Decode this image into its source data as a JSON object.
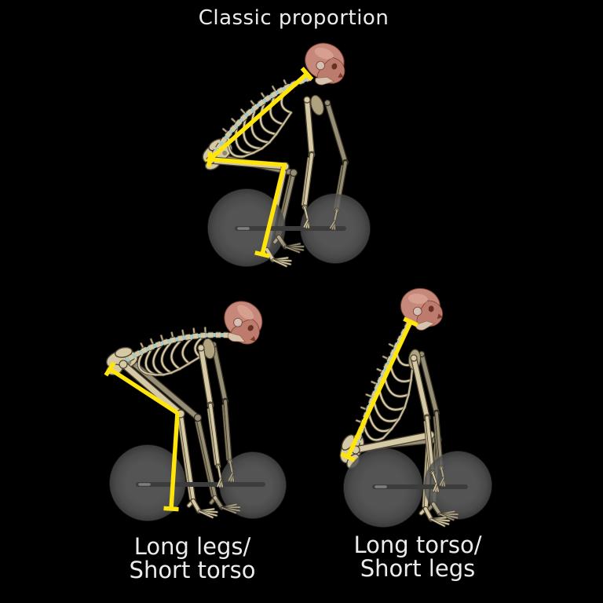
{
  "title": "Classic proportion",
  "captions": [
    {
      "line1": "Long legs/",
      "line2": "Short torso"
    },
    {
      "line1": "Long torso/",
      "line2": "Short legs"
    }
  ],
  "colors": {
    "background": "#000000",
    "text": "#ececec",
    "annotation_yellow": "#ffe50a",
    "bone_light": "#d6caa6",
    "bone_mid": "#b9ab85",
    "bone_dark": "#4a4232",
    "disc_cyan": "#9ccfd4",
    "skull_pink": "#c5887a",
    "skull_face": "#bc7b6c",
    "skull_jaw": "#d8c2ae",
    "skull_dark": "#7c4034",
    "skull_highlight": "#e9b6a4",
    "wheel_gray": "#676767",
    "wheel_edge": "#424242",
    "axle_gray": "#3c3c3c",
    "axle_highlight": "#8a8a8a"
  }
}
